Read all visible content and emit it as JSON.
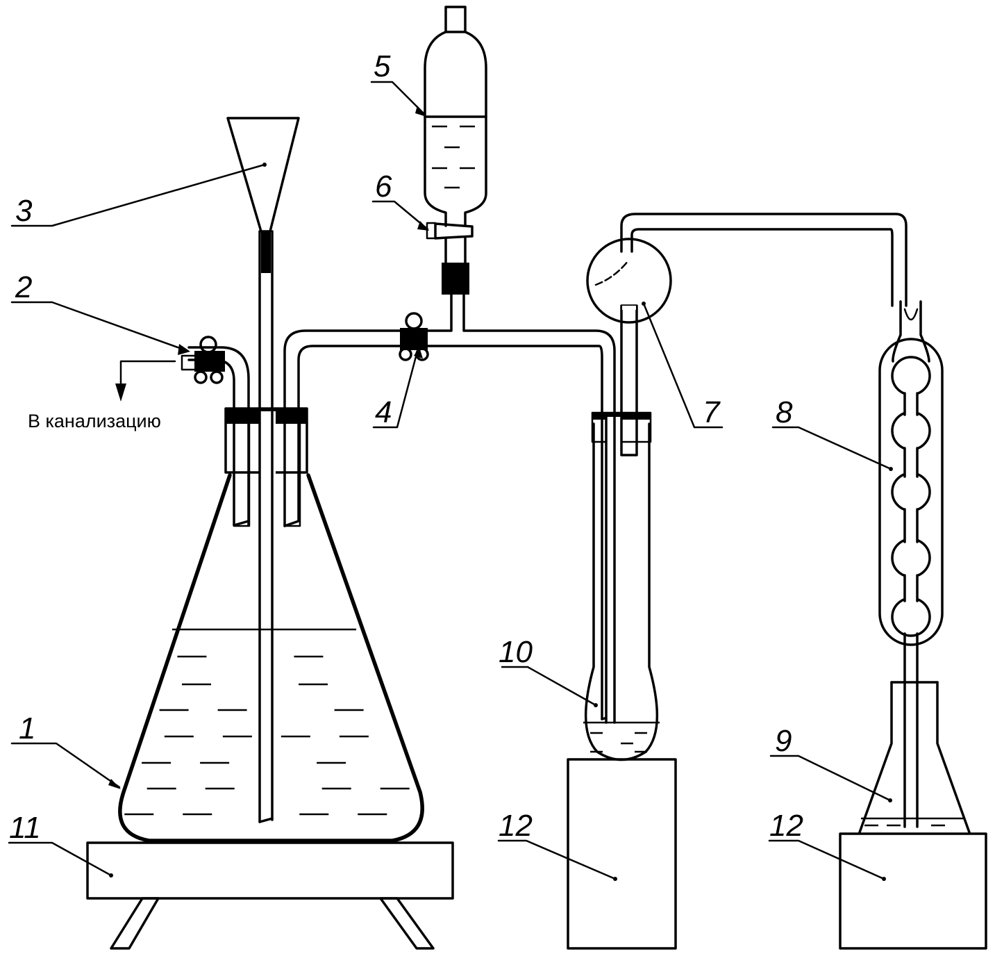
{
  "labels": {
    "n1": "1",
    "n2": "2",
    "n3": "3",
    "n4": "4",
    "n5": "5",
    "n6": "6",
    "n7": "7",
    "n8": "8",
    "n9": "9",
    "n10": "10",
    "n11": "11",
    "n12a": "12",
    "n12b": "12"
  },
  "drain_caption": "В канализацию"
}
